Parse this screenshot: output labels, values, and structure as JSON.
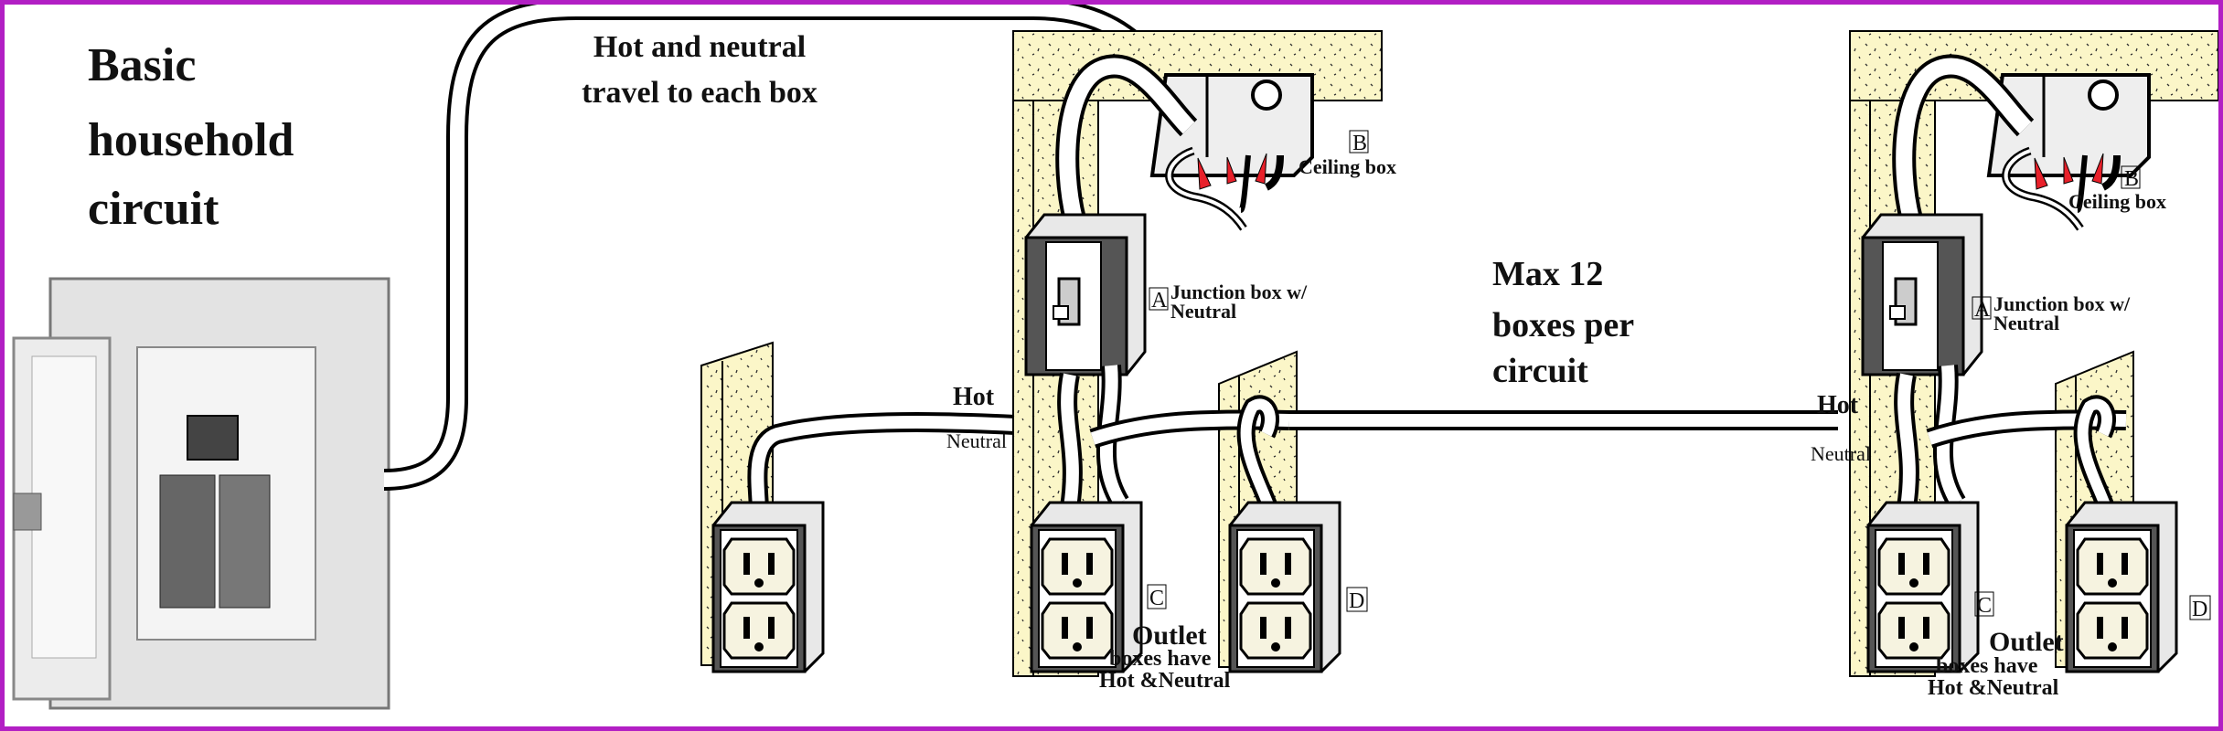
{
  "title": [
    "Basic",
    "household",
    "circuit"
  ],
  "top_caption": [
    "Hot and neutral",
    "travel to each box"
  ],
  "middle_caption": [
    "Max 12",
    "boxes per",
    "circuit"
  ],
  "labels": {
    "ceiling_letter": "B",
    "ceiling": "Ceiling box",
    "junction_letter": "A",
    "junction": [
      "Junction box w/",
      "Neutral"
    ],
    "outlet_c_letter": "C",
    "outlet_d_letter": "D",
    "outlet_note": [
      "Outlet",
      "boxes have",
      "Hot &Neutral"
    ],
    "hot": "Hot",
    "neutral": "Neutral"
  },
  "colors": {
    "border": "#b21fc4",
    "wood": "#fbf6c8",
    "wire_nut": "#e8202a",
    "box": "#e6e6e6"
  }
}
